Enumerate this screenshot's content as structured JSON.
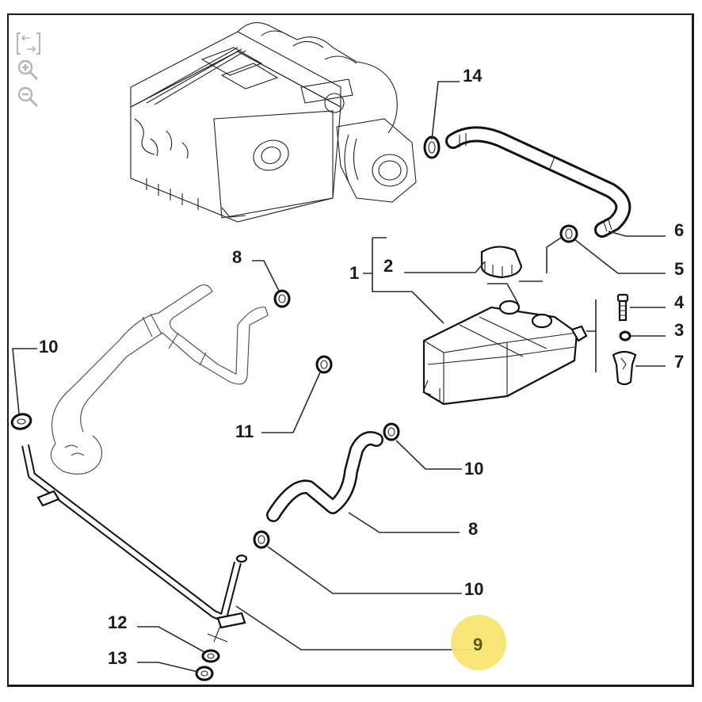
{
  "viewer": {
    "toolbar": [
      {
        "id": "fit",
        "icon": "fit-to-screen-icon",
        "tooltip": "Fit"
      },
      {
        "id": "zoom-in",
        "icon": "zoom-in-icon",
        "tooltip": "Zoom in"
      },
      {
        "id": "zoom-out",
        "icon": "zoom-out-icon",
        "tooltip": "Zoom out"
      }
    ],
    "highlight_color": "#f7e56e",
    "highlighted_callout": "9"
  },
  "diagram": {
    "subject": "Engine cooling system – expansion tank and coolant hoses",
    "callouts": [
      {
        "id": "c14",
        "label": "14",
        "part": "hose clamp"
      },
      {
        "id": "c6",
        "label": "6",
        "part": "upper hose"
      },
      {
        "id": "c5",
        "label": "5",
        "part": "hose clamp"
      },
      {
        "id": "c1",
        "label": "1",
        "part": "expansion tank assembly"
      },
      {
        "id": "c2",
        "label": "2",
        "part": "filler cap"
      },
      {
        "id": "c4",
        "label": "4",
        "part": "bolt"
      },
      {
        "id": "c3",
        "label": "3",
        "part": "washer"
      },
      {
        "id": "c7",
        "label": "7",
        "part": "sensor / plug"
      },
      {
        "id": "c8a",
        "label": "8",
        "part": "hose clamp"
      },
      {
        "id": "c10a",
        "label": "10",
        "part": "hose clamp"
      },
      {
        "id": "c11",
        "label": "11",
        "part": "hose clamp"
      },
      {
        "id": "c10b",
        "label": "10",
        "part": "hose clamp"
      },
      {
        "id": "c8b",
        "label": "8",
        "part": "lower hose"
      },
      {
        "id": "c10c",
        "label": "10",
        "part": "hose clamp"
      },
      {
        "id": "c9",
        "label": "9",
        "part": "coolant pipe"
      },
      {
        "id": "c12",
        "label": "12",
        "part": "seal"
      },
      {
        "id": "c13",
        "label": "13",
        "part": "nut"
      }
    ]
  }
}
